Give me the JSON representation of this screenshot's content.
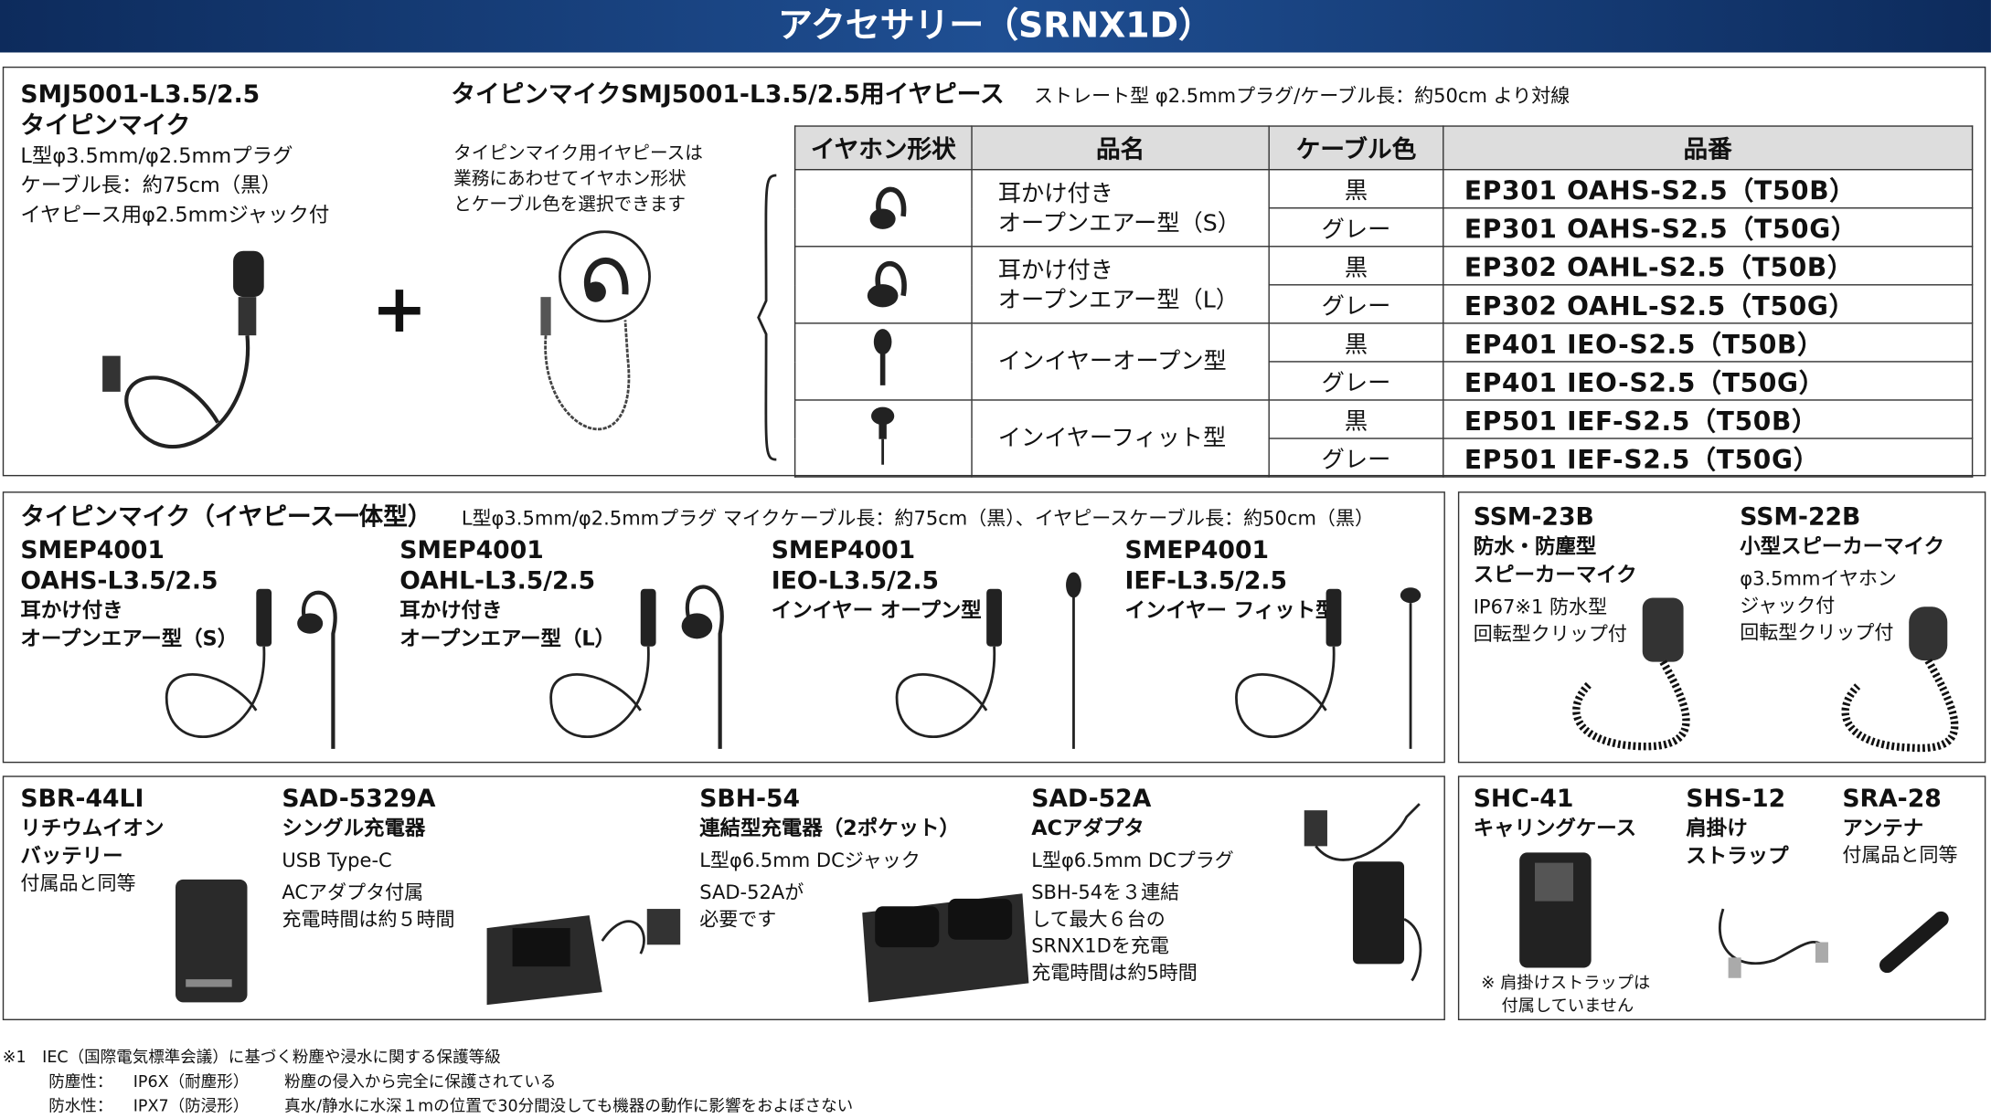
{
  "title": "アクセサリー（SRNX1D）",
  "smj": {
    "model": "SMJ5001-L3.5/2.5",
    "name": "タイピンマイク",
    "specs": [
      "L型φ3.5mm/φ2.5mmプラグ",
      "ケーブル長：約75cm（黒）",
      "イヤピース用φ2.5mmジャック付"
    ],
    "plus": "+"
  },
  "earpiece": {
    "heading": "タイピンマイクSMJ5001-L3.5/2.5用イヤピース",
    "sub": "ストレート型 φ2.5mmプラグ/ケーブル長：約50cm より対線",
    "desc": [
      "タイピンマイク用イヤピースは",
      "業務にあわせてイヤホン形状",
      "とケーブル色を選択できます"
    ],
    "columns": [
      "イヤホン形状",
      "品名",
      "ケーブル色",
      "品番"
    ],
    "rows": [
      {
        "name": [
          "耳かけ付き",
          "オープンエアー型（S）"
        ],
        "variants": [
          {
            "color": "黒",
            "pn": "EP301 OAHS-S2.5（T50B）"
          },
          {
            "color": "グレー",
            "pn": "EP301 OAHS-S2.5（T50G）"
          }
        ]
      },
      {
        "name": [
          "耳かけ付き",
          "オープンエアー型（L）"
        ],
        "variants": [
          {
            "color": "黒",
            "pn": "EP302 OAHL-S2.5（T50B）"
          },
          {
            "color": "グレー",
            "pn": "EP302 OAHL-S2.5（T50G）"
          }
        ]
      },
      {
        "name": [
          "インイヤーオープン型"
        ],
        "variants": [
          {
            "color": "黒",
            "pn": "EP401 IEO-S2.5（T50B）"
          },
          {
            "color": "グレー",
            "pn": "EP401 IEO-S2.5（T50G）"
          }
        ]
      },
      {
        "name": [
          "インイヤーフィット型"
        ],
        "variants": [
          {
            "color": "黒",
            "pn": "EP501 IEF-S2.5（T50B）"
          },
          {
            "color": "グレー",
            "pn": "EP501 IEF-S2.5（T50G）"
          }
        ]
      }
    ]
  },
  "integrated": {
    "heading": "タイピンマイク（イヤピース一体型）",
    "sub": "L型φ3.5mm/φ2.5mmプラグ マイクケーブル長：約75cm（黒）、イヤピースケーブル長：約50cm（黒）",
    "items": [
      {
        "model": [
          "SMEP4001",
          "OAHS-L3.5/2.5"
        ],
        "desc": [
          "耳かけ付き",
          "オープンエアー型（S）"
        ]
      },
      {
        "model": [
          "SMEP4001",
          "OAHL-L3.5/2.5"
        ],
        "desc": [
          "耳かけ付き",
          "オープンエアー型（L）"
        ]
      },
      {
        "model": [
          "SMEP4001",
          "IEO-L3.5/2.5"
        ],
        "desc": [
          "インイヤー オープン型"
        ]
      },
      {
        "model": [
          "SMEP4001",
          "IEF-L3.5/2.5"
        ],
        "desc": [
          "インイヤー フィット型"
        ]
      }
    ]
  },
  "speakers": [
    {
      "model": "SSM-23B",
      "name": [
        "防水・防塵型",
        "スピーカーマイク"
      ],
      "desc": [
        "IP67※1 防水型",
        "回転型クリップ付"
      ]
    },
    {
      "model": "SSM-22B",
      "name": [
        "小型スピーカーマイク"
      ],
      "desc": [
        "φ3.5mmイヤホン",
        "ジャック付",
        "回転型クリップ付"
      ]
    }
  ],
  "power": [
    {
      "model": "SBR-44LI",
      "name": [
        "リチウムイオン",
        "バッテリー"
      ],
      "desc": [
        "付属品と同等"
      ]
    },
    {
      "model": "SAD-5329A",
      "name": [
        "シングル充電器"
      ],
      "desc": [
        "USB Type-C",
        "ACアダプタ付属",
        "充電時間は約５時間"
      ]
    },
    {
      "model": "SBH-54",
      "name": [
        "連結型充電器（2ポケット）"
      ],
      "desc": [
        "L型φ6.5mm DCジャック",
        "SAD-52Aが",
        "必要です"
      ]
    },
    {
      "model": "SAD-52A",
      "name": [
        "ACアダプタ"
      ],
      "desc": [
        "L型φ6.5mm DCプラグ",
        "SBH-54を３連結",
        "して最大６台の",
        "SRNX1Dを充電",
        "充電時間は約5時間"
      ]
    }
  ],
  "others": [
    {
      "model": "SHC-41",
      "name": [
        "キャリングケース"
      ],
      "note": [
        "※ 肩掛けストラップは",
        "付属していません"
      ]
    },
    {
      "model": "SHS-12",
      "name": [
        "肩掛け",
        "ストラップ"
      ]
    },
    {
      "model": "SRA-28",
      "name": [
        "アンテナ"
      ],
      "desc": [
        "付属品と同等"
      ]
    }
  ],
  "footnote": {
    "line1": "※1　IEC（国際電気標準会議）に基づく粉塵や浸水に関する保護等級",
    "rows": [
      {
        "k": "防塵性：",
        "v": "IP6X（耐塵形）",
        "d": "粉塵の侵入から完全に保護されている"
      },
      {
        "k": "防水性：",
        "v": "IPX7（防浸形）",
        "d": "真水/静水に水深１mの位置で30分間没しても機器の動作に影響をおよぼさない"
      }
    ]
  }
}
